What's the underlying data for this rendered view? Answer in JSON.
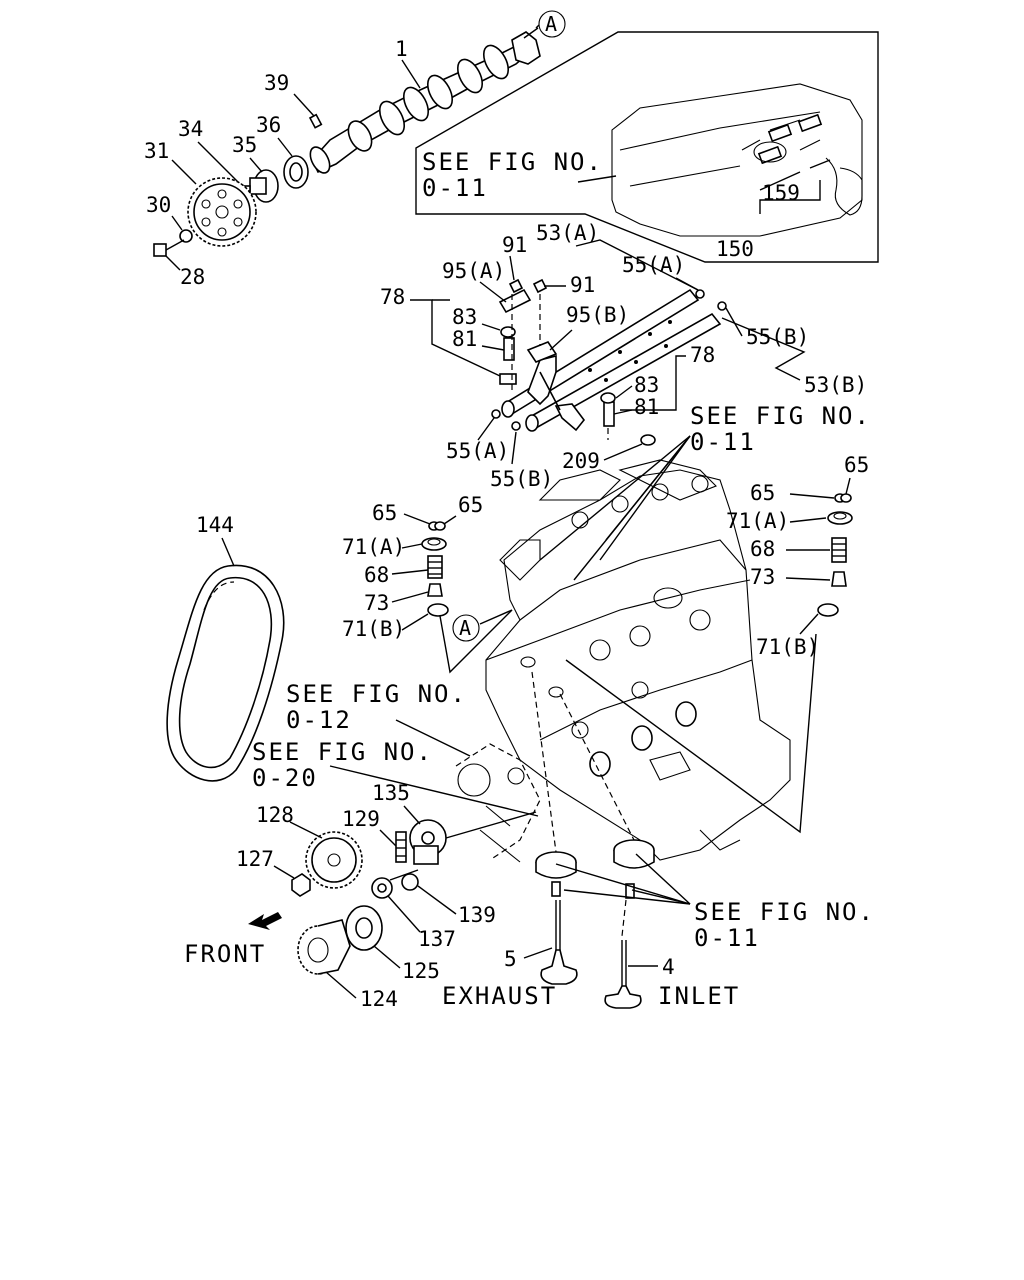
{
  "callouts": {
    "c1": "1",
    "c39": "39",
    "c34": "34",
    "c36": "36",
    "c35": "35",
    "c31": "31",
    "c30": "30",
    "c28": "28",
    "c91a": "91",
    "c53a": "53(A)",
    "c95a": "95(A)",
    "c91b": "91",
    "c55a_top": "55(A)",
    "c78_left": "78",
    "c83_left": "83",
    "c95b": "95(B)",
    "c81_left": "81",
    "c55b_top": "55(B)",
    "c78_right": "78",
    "c83_right": "83",
    "c53b": "53(B)",
    "c81_right": "81",
    "c55a_bottom": "55(A)",
    "c55b_bottom": "55(B)",
    "c209": "209",
    "c159": "159",
    "c150": "150",
    "c65_left_a": "65",
    "c65_left_b": "65",
    "c71a_left": "71(A)",
    "c68_left": "68",
    "c73_left": "73",
    "c71b_left": "71(B)",
    "c65_right_top": "65",
    "c65_right": "65",
    "c71a_right": "71(A)",
    "c68_right": "68",
    "c73_right": "73",
    "c71b_right": "71(B)",
    "c144": "144",
    "c135": "135",
    "c128": "128",
    "c129": "129",
    "c127": "127",
    "c139": "139",
    "c137": "137",
    "c125": "125",
    "c124": "124",
    "c5": "5",
    "c4": "4"
  },
  "circle_refs": {
    "top": "A",
    "middle": "A"
  },
  "notes": {
    "fig_011_line1": "SEE FIG NO.",
    "fig_011_line2": "0-11",
    "fig_011_right_line1": "SEE FIG NO.",
    "fig_011_right_line2": "0-11",
    "fig_012_line1": "SEE FIG NO.",
    "fig_012_line2": "0-12",
    "fig_020_line1": "SEE FIG NO.",
    "fig_020_line2": "0-20",
    "fig_011_valve_line1": "SEE FIG NO.",
    "fig_011_valve_line2": "0-11"
  },
  "labels": {
    "front": "FRONT",
    "exhaust": "EXHAUST",
    "inlet": "INLET"
  },
  "icons": {
    "front_arrow": "front-arrow-icon"
  }
}
